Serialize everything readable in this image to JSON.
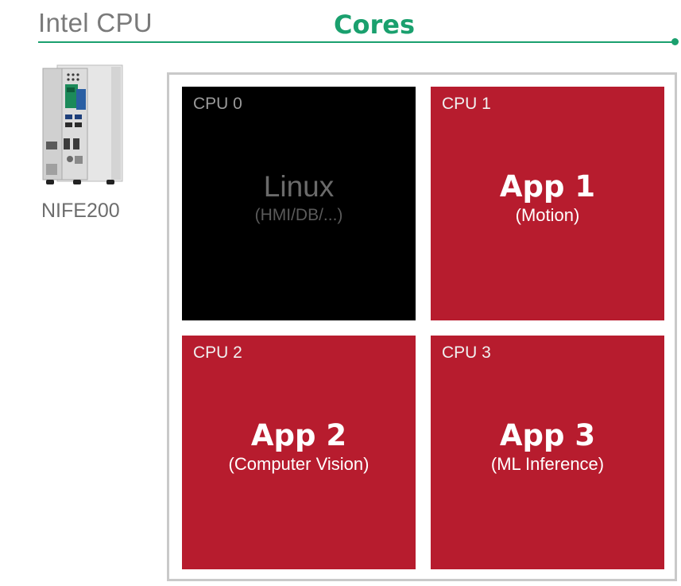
{
  "header": {
    "title": "Intel CPU",
    "subtitle": "Cores",
    "accent_color": "#1aa06e"
  },
  "device": {
    "icon": "industrial-pc-image",
    "label": "NIFE200"
  },
  "cores": [
    {
      "cpu": "CPU 0",
      "title": "Linux",
      "subtitle": "(HMI/DB/...)",
      "color": "#000000"
    },
    {
      "cpu": "CPU 1",
      "title": "App 1",
      "subtitle": "(Motion)",
      "color": "#b71c2e"
    },
    {
      "cpu": "CPU 2",
      "title": "App 2",
      "subtitle": "(Computer Vision)",
      "color": "#b71c2e"
    },
    {
      "cpu": "CPU 3",
      "title": "App 3",
      "subtitle": "(ML Inference)",
      "color": "#b71c2e"
    }
  ]
}
